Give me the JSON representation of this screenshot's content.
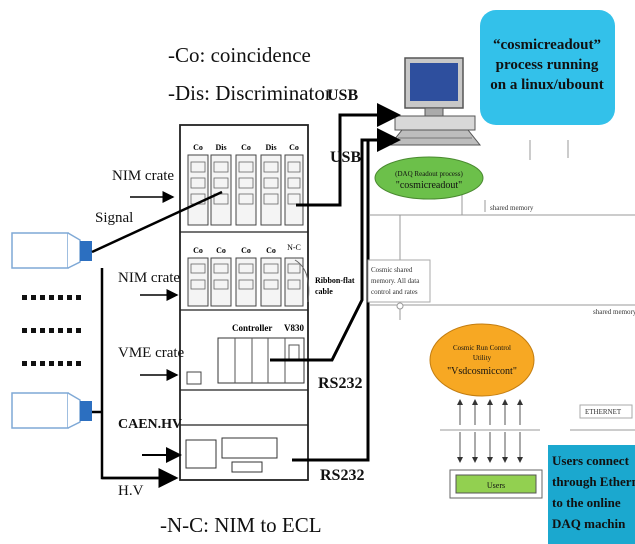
{
  "legend": {
    "co": "-Co: coincidence",
    "dis": "-Dis: Discriminator",
    "nc": "-N-C: NIM to ECL"
  },
  "usb_top": "USB",
  "usb_second": "USB",
  "callout": {
    "line1": "“cosmicreadout”",
    "line2": "process running",
    "line3": "on a linux/ubount"
  },
  "crate_labels": {
    "nim1": "NIM crate",
    "nim2": "NIM crate",
    "vme": "VME crate",
    "caen": "CAEN.HV",
    "hv": "H.V",
    "signal": "Signal"
  },
  "module_labels_row1": [
    "Co",
    "Dis",
    "Co",
    "Dis",
    "Co"
  ],
  "module_labels_row2": [
    "Co",
    "Co",
    "Co",
    "Co",
    "N-C"
  ],
  "controller": "Controller",
  "vme_module": "V830",
  "ribbon": {
    "line1": "Ribbon-flat",
    "line2": "cable"
  },
  "rs232_top": "RS232",
  "rs232_bottom": "RS232",
  "readout_process": {
    "line1": "(DAQ Readout process)",
    "line2": "\"cosmicreadout\""
  },
  "shared_memory_label": "shared memory",
  "shared_memory_right": "shared memory",
  "cosmic_shared": {
    "line1": "Cosmic shared",
    "line2": "memory. All data",
    "line3": "control and rates"
  },
  "run_control": {
    "line1": "Cosmic Run Control",
    "line2": "Utility",
    "line3": "\"Vsdcosmiccont\""
  },
  "ethernet": "ETHERNET",
  "users_box": "Users",
  "users_connect": {
    "line1": "Users connect",
    "line2": "through Etherna",
    "line3": "to the online",
    "line4": "DAQ machin"
  },
  "colors": {
    "callout_fill": "#33c1ea",
    "green_ellipse": "#6cc04a",
    "orange_ellipse": "#f7a823",
    "users_connect_fill": "#1ba8cf",
    "detector_blue": "#2c6fc0",
    "users_box_fill": "#92d050"
  }
}
